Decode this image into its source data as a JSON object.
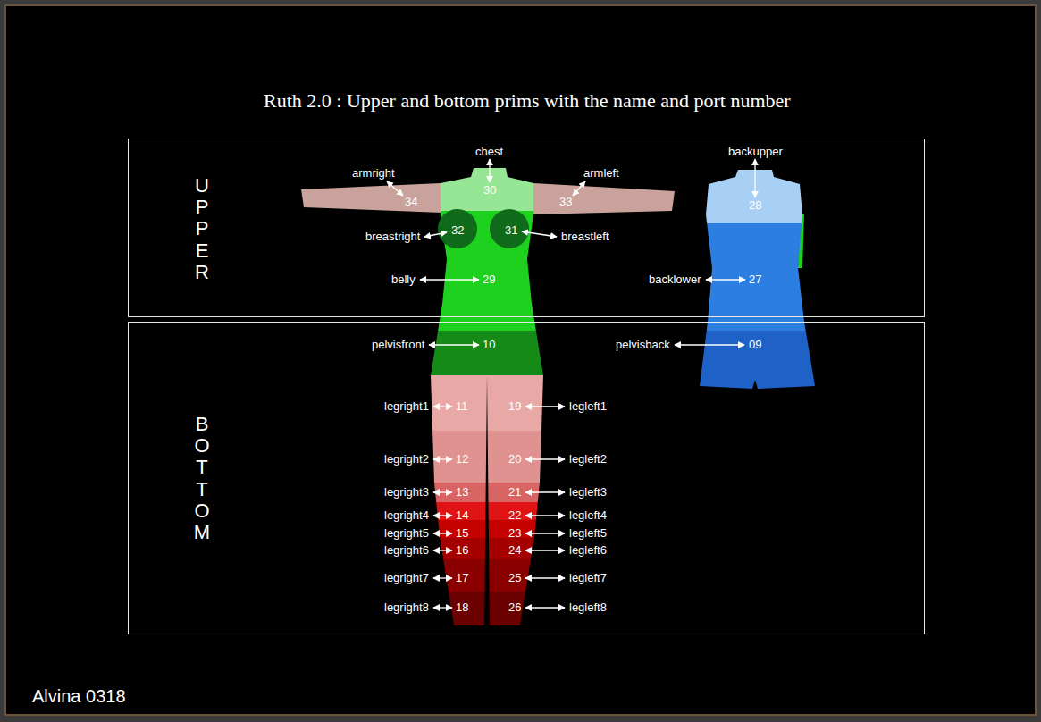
{
  "diagram": {
    "title": "Ruth 2.0 : Upper and bottom prims with the name and port number",
    "nodes": [
      {
        "text": [
          "UPPER"
        ]
      },
      {
        "text": [
          "BOTTOM"
        ]
      }
    ],
    "labels": [
      "chest",
      "30",
      "armright",
      "34",
      "armleft",
      "33",
      "breastright",
      "32",
      "31",
      "breastleft",
      "belly",
      "29",
      "backupper",
      "28",
      "backlower",
      "27",
      "pelvisfront",
      "10",
      "pelvisback",
      "09",
      "legright1",
      "11",
      "19",
      "legleft1",
      "legright2",
      "12",
      "20",
      "legleft2",
      "legright3",
      "13",
      "21",
      "legleft3",
      "legright4",
      "14",
      "22",
      "legleft4",
      "legright5",
      "15",
      "23",
      "legleft5",
      "legright6",
      "16",
      "24",
      "legleft6",
      "legright7",
      "17",
      "25",
      "legleft7",
      "legright8",
      "18",
      "26",
      "legleft8",
      "Alvina 0318"
    ]
  }
}
